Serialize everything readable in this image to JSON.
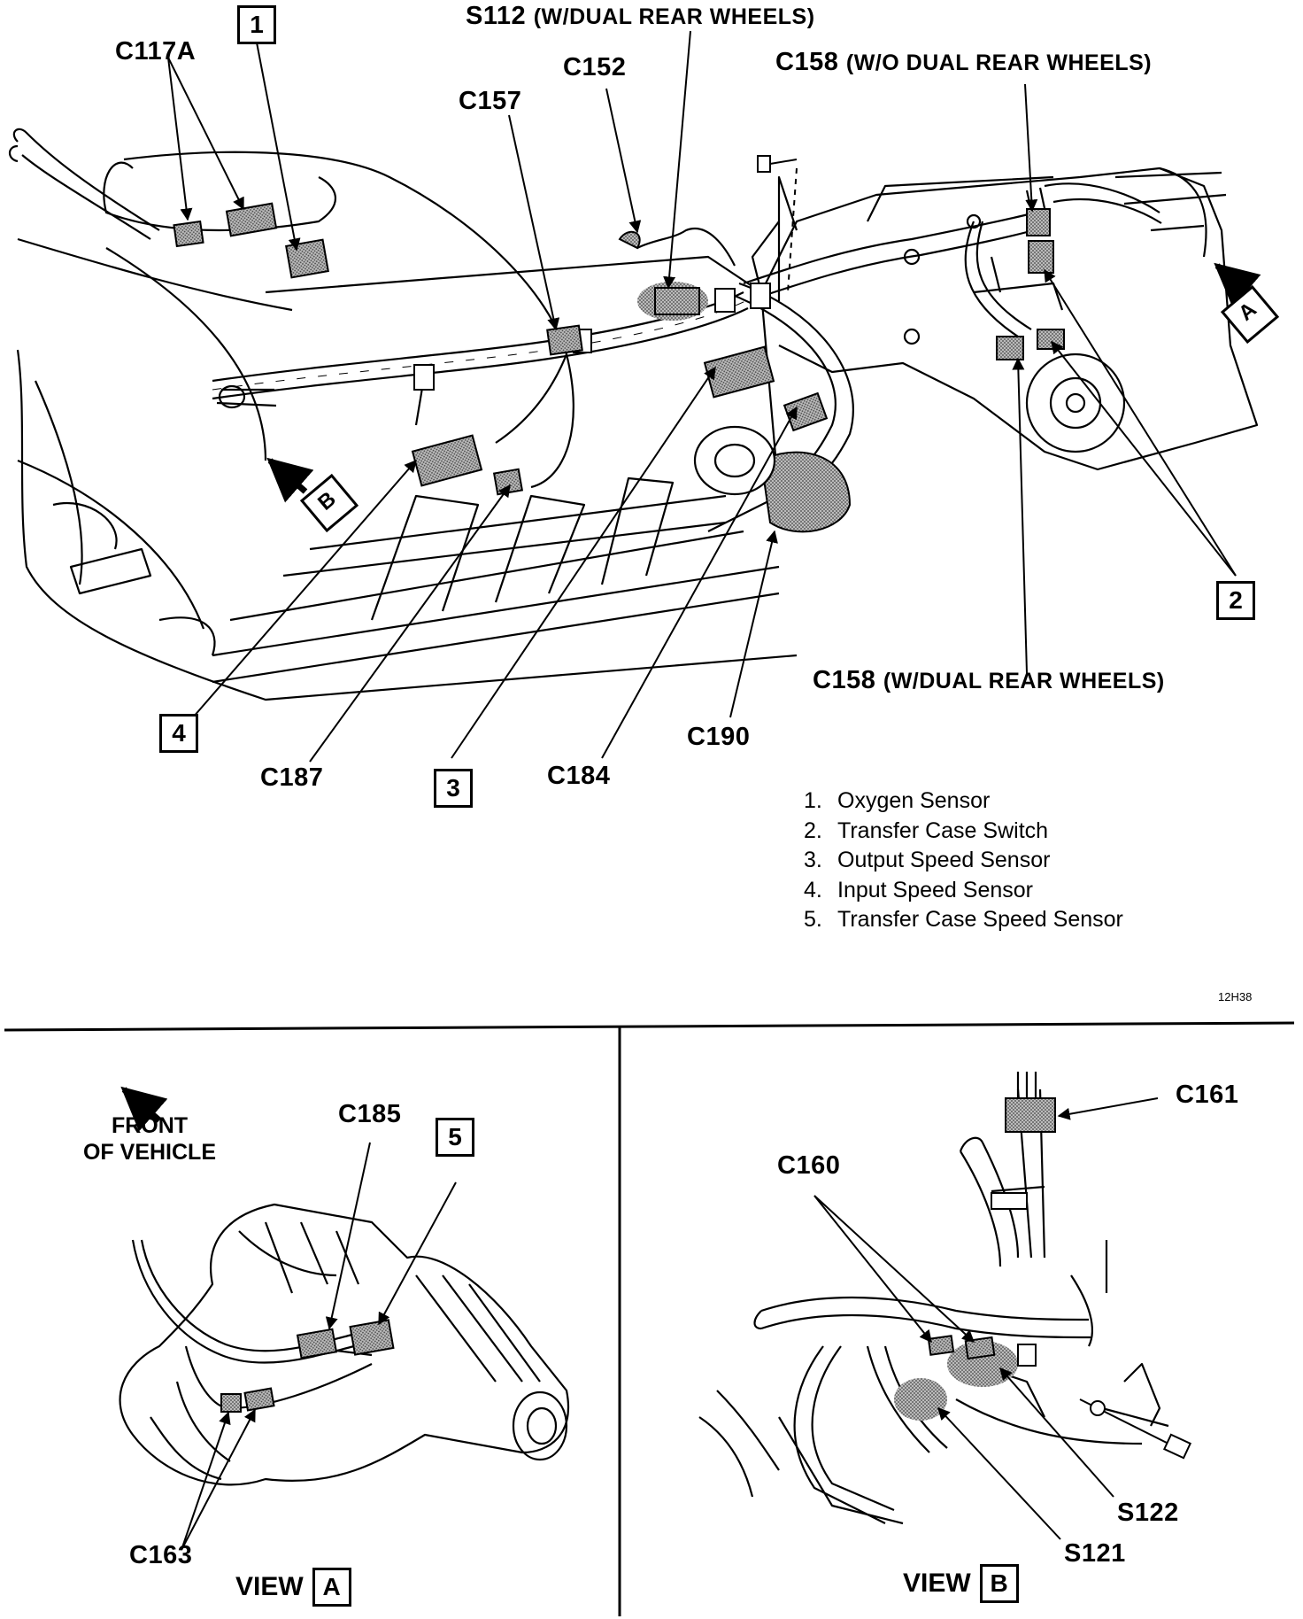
{
  "main_view": {
    "connectors": {
      "c117a": "C117A",
      "s112": "S112",
      "s112_note": "(W/DUAL REAR WHEELS)",
      "c152": "C152",
      "c157": "C157",
      "c158_top": "C158",
      "c158_top_note": "(W/O DUAL REAR WHEELS)",
      "c158_bottom": "C158",
      "c158_bottom_note": "(W/DUAL REAR WHEELS)",
      "c187": "C187",
      "c184": "C184",
      "c190": "C190"
    },
    "callouts": [
      "1",
      "2",
      "3",
      "4"
    ],
    "view_markers": [
      "A",
      "B"
    ]
  },
  "legend": [
    {
      "num": "1.",
      "label": "Oxygen Sensor"
    },
    {
      "num": "2.",
      "label": "Transfer Case Switch"
    },
    {
      "num": "3.",
      "label": "Output Speed Sensor"
    },
    {
      "num": "4.",
      "label": "Input Speed Sensor"
    },
    {
      "num": "5.",
      "label": "Transfer Case Speed Sensor"
    }
  ],
  "figure_id": "12H38",
  "view_a": {
    "front_line1": "FRONT",
    "front_line2": "OF VEHICLE",
    "c185": "C185",
    "c163": "C163",
    "callout": "5",
    "view_word": "VIEW",
    "view_letter": "A"
  },
  "view_b": {
    "c161": "C161",
    "c160": "C160",
    "s122": "S122",
    "s121": "S121",
    "view_word": "VIEW",
    "view_letter": "B"
  }
}
